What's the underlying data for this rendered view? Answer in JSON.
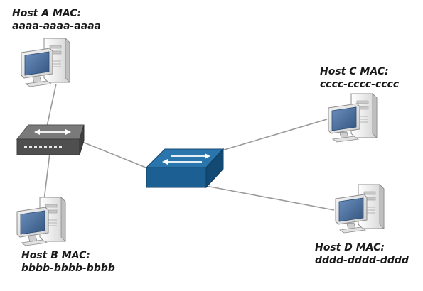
{
  "hosts": [
    {
      "name": "Host A MAC:",
      "mac": "aaaa-aaaa-aaaa"
    },
    {
      "name": "Host B MAC:",
      "mac": "bbbb-bbbb-bbbb"
    },
    {
      "name": "Host C MAC:",
      "mac": "cccc-cccc-cccc"
    },
    {
      "name": "Host D MAC:",
      "mac": "dddd-dddd-dddd"
    }
  ],
  "colors": {
    "link": "#9a9a9a",
    "switch_top": "#1f6394",
    "switch_side": "#124a73",
    "switch_arrow": "#ffffff",
    "hub_top": "#7a7a7a",
    "hub_side": "#4f4f4f",
    "monitor_screen": "#4a6d9a",
    "tower": "#e6e6e6"
  },
  "icons": {
    "computer": "desktop-computer-icon",
    "hub": "hub-icon",
    "switch": "network-switch-icon"
  }
}
